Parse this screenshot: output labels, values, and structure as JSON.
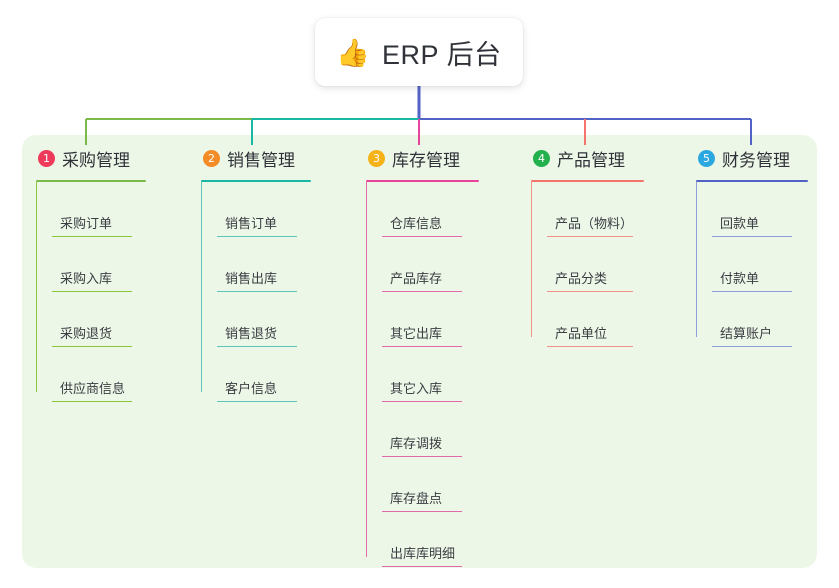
{
  "diagram": {
    "type": "tree",
    "root": {
      "icon": "thumbs-up-emoji",
      "emoji": "👍",
      "title": "ERP 后台"
    },
    "panel_color": "#edf7e8",
    "bus": {
      "segments": [
        {
          "color": "#7cb94b"
        },
        {
          "color": "#18b8a5"
        },
        {
          "color": "#e8449b"
        },
        {
          "color": "#5163c4"
        },
        {
          "color": "#5163c4"
        }
      ]
    },
    "categories": [
      {
        "number": "1",
        "label": "采购管理",
        "badge_color": "#ef3b5b",
        "rule_color": "#7cb94b",
        "line_color": "#8cc63f",
        "drop_color": "#7cb94b",
        "items": [
          {
            "label": "采购订单"
          },
          {
            "label": "采购入库"
          },
          {
            "label": "采购退货"
          },
          {
            "label": "供应商信息"
          }
        ]
      },
      {
        "number": "2",
        "label": "销售管理",
        "badge_color": "#f38b26",
        "rule_color": "#18b8a5",
        "line_color": "#5cc6bb",
        "drop_color": "#18b8a5",
        "items": [
          {
            "label": "销售订单"
          },
          {
            "label": "销售出库"
          },
          {
            "label": "销售退货"
          },
          {
            "label": "客户信息"
          }
        ]
      },
      {
        "number": "3",
        "label": "库存管理",
        "badge_color": "#f5b219",
        "rule_color": "#e8449b",
        "line_color": "#e36aa8",
        "drop_color": "#e8449b",
        "items": [
          {
            "label": "仓库信息"
          },
          {
            "label": "产品库存"
          },
          {
            "label": "其它出库"
          },
          {
            "label": "其它入库"
          },
          {
            "label": "库存调拨"
          },
          {
            "label": "库存盘点"
          },
          {
            "label": "出库库明细"
          }
        ]
      },
      {
        "number": "4",
        "label": "产品管理",
        "badge_color": "#22b14c",
        "rule_color": "#f4756b",
        "line_color": "#f49289",
        "drop_color": "#f4756b",
        "items": [
          {
            "label": "产品（物料）"
          },
          {
            "label": "产品分类"
          },
          {
            "label": "产品单位"
          }
        ]
      },
      {
        "number": "5",
        "label": "财务管理",
        "badge_color": "#2ca8e0",
        "rule_color": "#5163c4",
        "line_color": "#8e9ed8",
        "drop_color": "#5163c4",
        "items": [
          {
            "label": "回款单"
          },
          {
            "label": "付款单"
          },
          {
            "label": "结算账户"
          }
        ]
      }
    ]
  }
}
